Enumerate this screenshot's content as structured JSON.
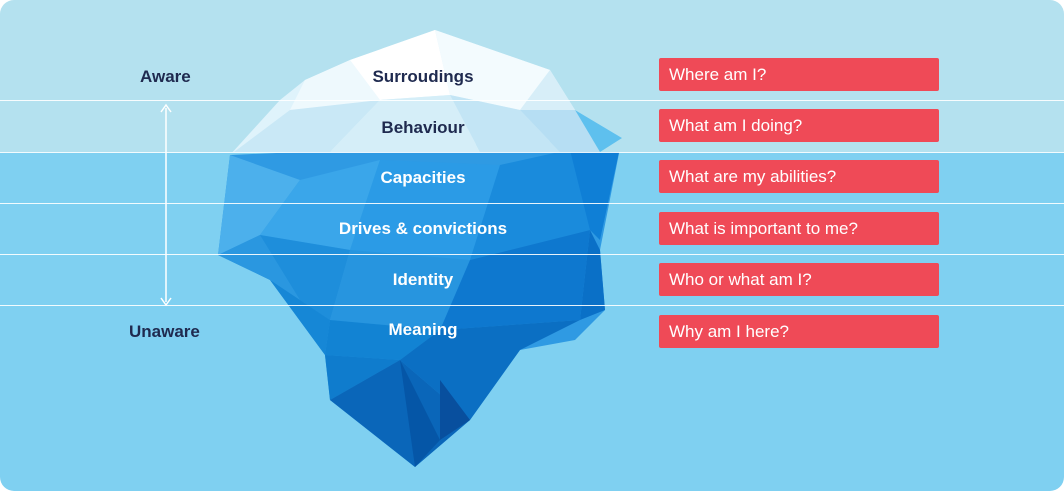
{
  "colors": {
    "sky": "#b4e1ef",
    "sea": "#7fd0f1",
    "question_box": "#ef4a57",
    "label_dark": "#1f2a4f"
  },
  "axis": {
    "top_label": "Aware",
    "bottom_label": "Unaware"
  },
  "levels": [
    {
      "label": "Surroudings",
      "question": "Where am I?"
    },
    {
      "label": "Behaviour",
      "question": "What am I doing?"
    },
    {
      "label": "Capacities",
      "question": "What are my abilities?"
    },
    {
      "label": "Drives & convictions",
      "question": "What is important to me?"
    },
    {
      "label": "Identity",
      "question": "Who or what am I?"
    },
    {
      "label": "Meaning",
      "question": "Why am I here?"
    }
  ]
}
